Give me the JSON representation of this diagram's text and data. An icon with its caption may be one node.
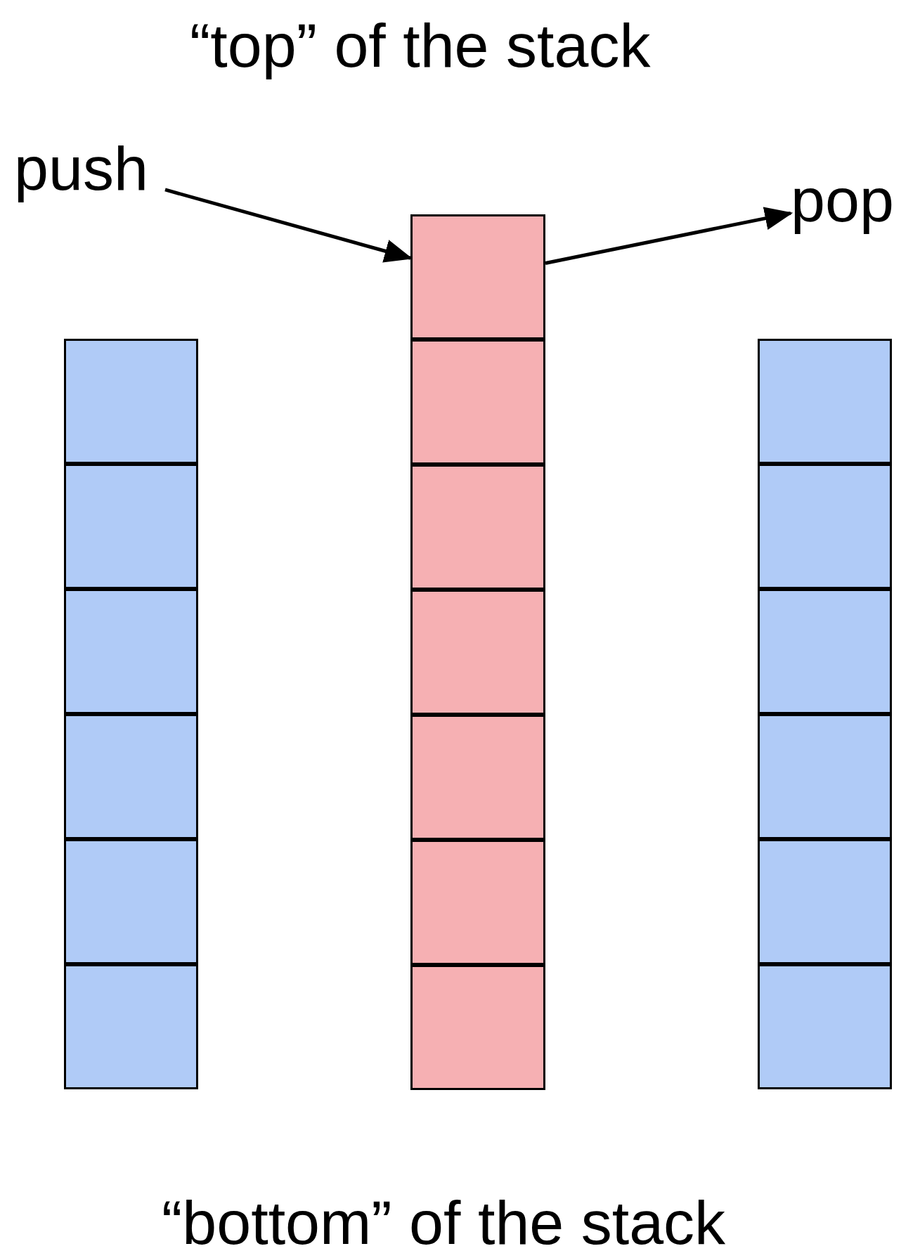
{
  "diagram": {
    "nodes": [
      {
        "text": [
          "push"
        ]
      },
      {
        "text": [
          "pop"
        ]
      },
      {
        "text": [],
        "shape": "box"
      },
      {
        "text": [],
        "shape": "box"
      },
      {
        "text": [],
        "shape": "box"
      },
      {
        "text": [],
        "shape": "box"
      },
      {
        "text": [],
        "shape": "box"
      },
      {
        "text": [],
        "shape": "box"
      },
      {
        "text": [],
        "shape": "box"
      },
      {
        "text": [],
        "shape": "box"
      },
      {
        "text": [],
        "shape": "box"
      },
      {
        "text": [],
        "shape": "box"
      },
      {
        "text": [],
        "shape": "box"
      },
      {
        "text": [],
        "shape": "box"
      },
      {
        "text": [],
        "shape": "box"
      },
      {
        "text": [],
        "shape": "box"
      },
      {
        "text": [],
        "shape": "box"
      },
      {
        "text": [],
        "shape": "box"
      },
      {
        "text": [],
        "shape": "box"
      },
      {
        "text": [],
        "shape": "box"
      },
      {
        "text": [],
        "shape": "box"
      }
    ],
    "edges": [
      {
        "from": 0,
        "to": 8,
        "arrow": "to"
      },
      {
        "from": 8,
        "to": 1,
        "arrow": "to"
      }
    ],
    "labels": [
      "“top” of the stack",
      "“bottom” of the stack"
    ]
  }
}
